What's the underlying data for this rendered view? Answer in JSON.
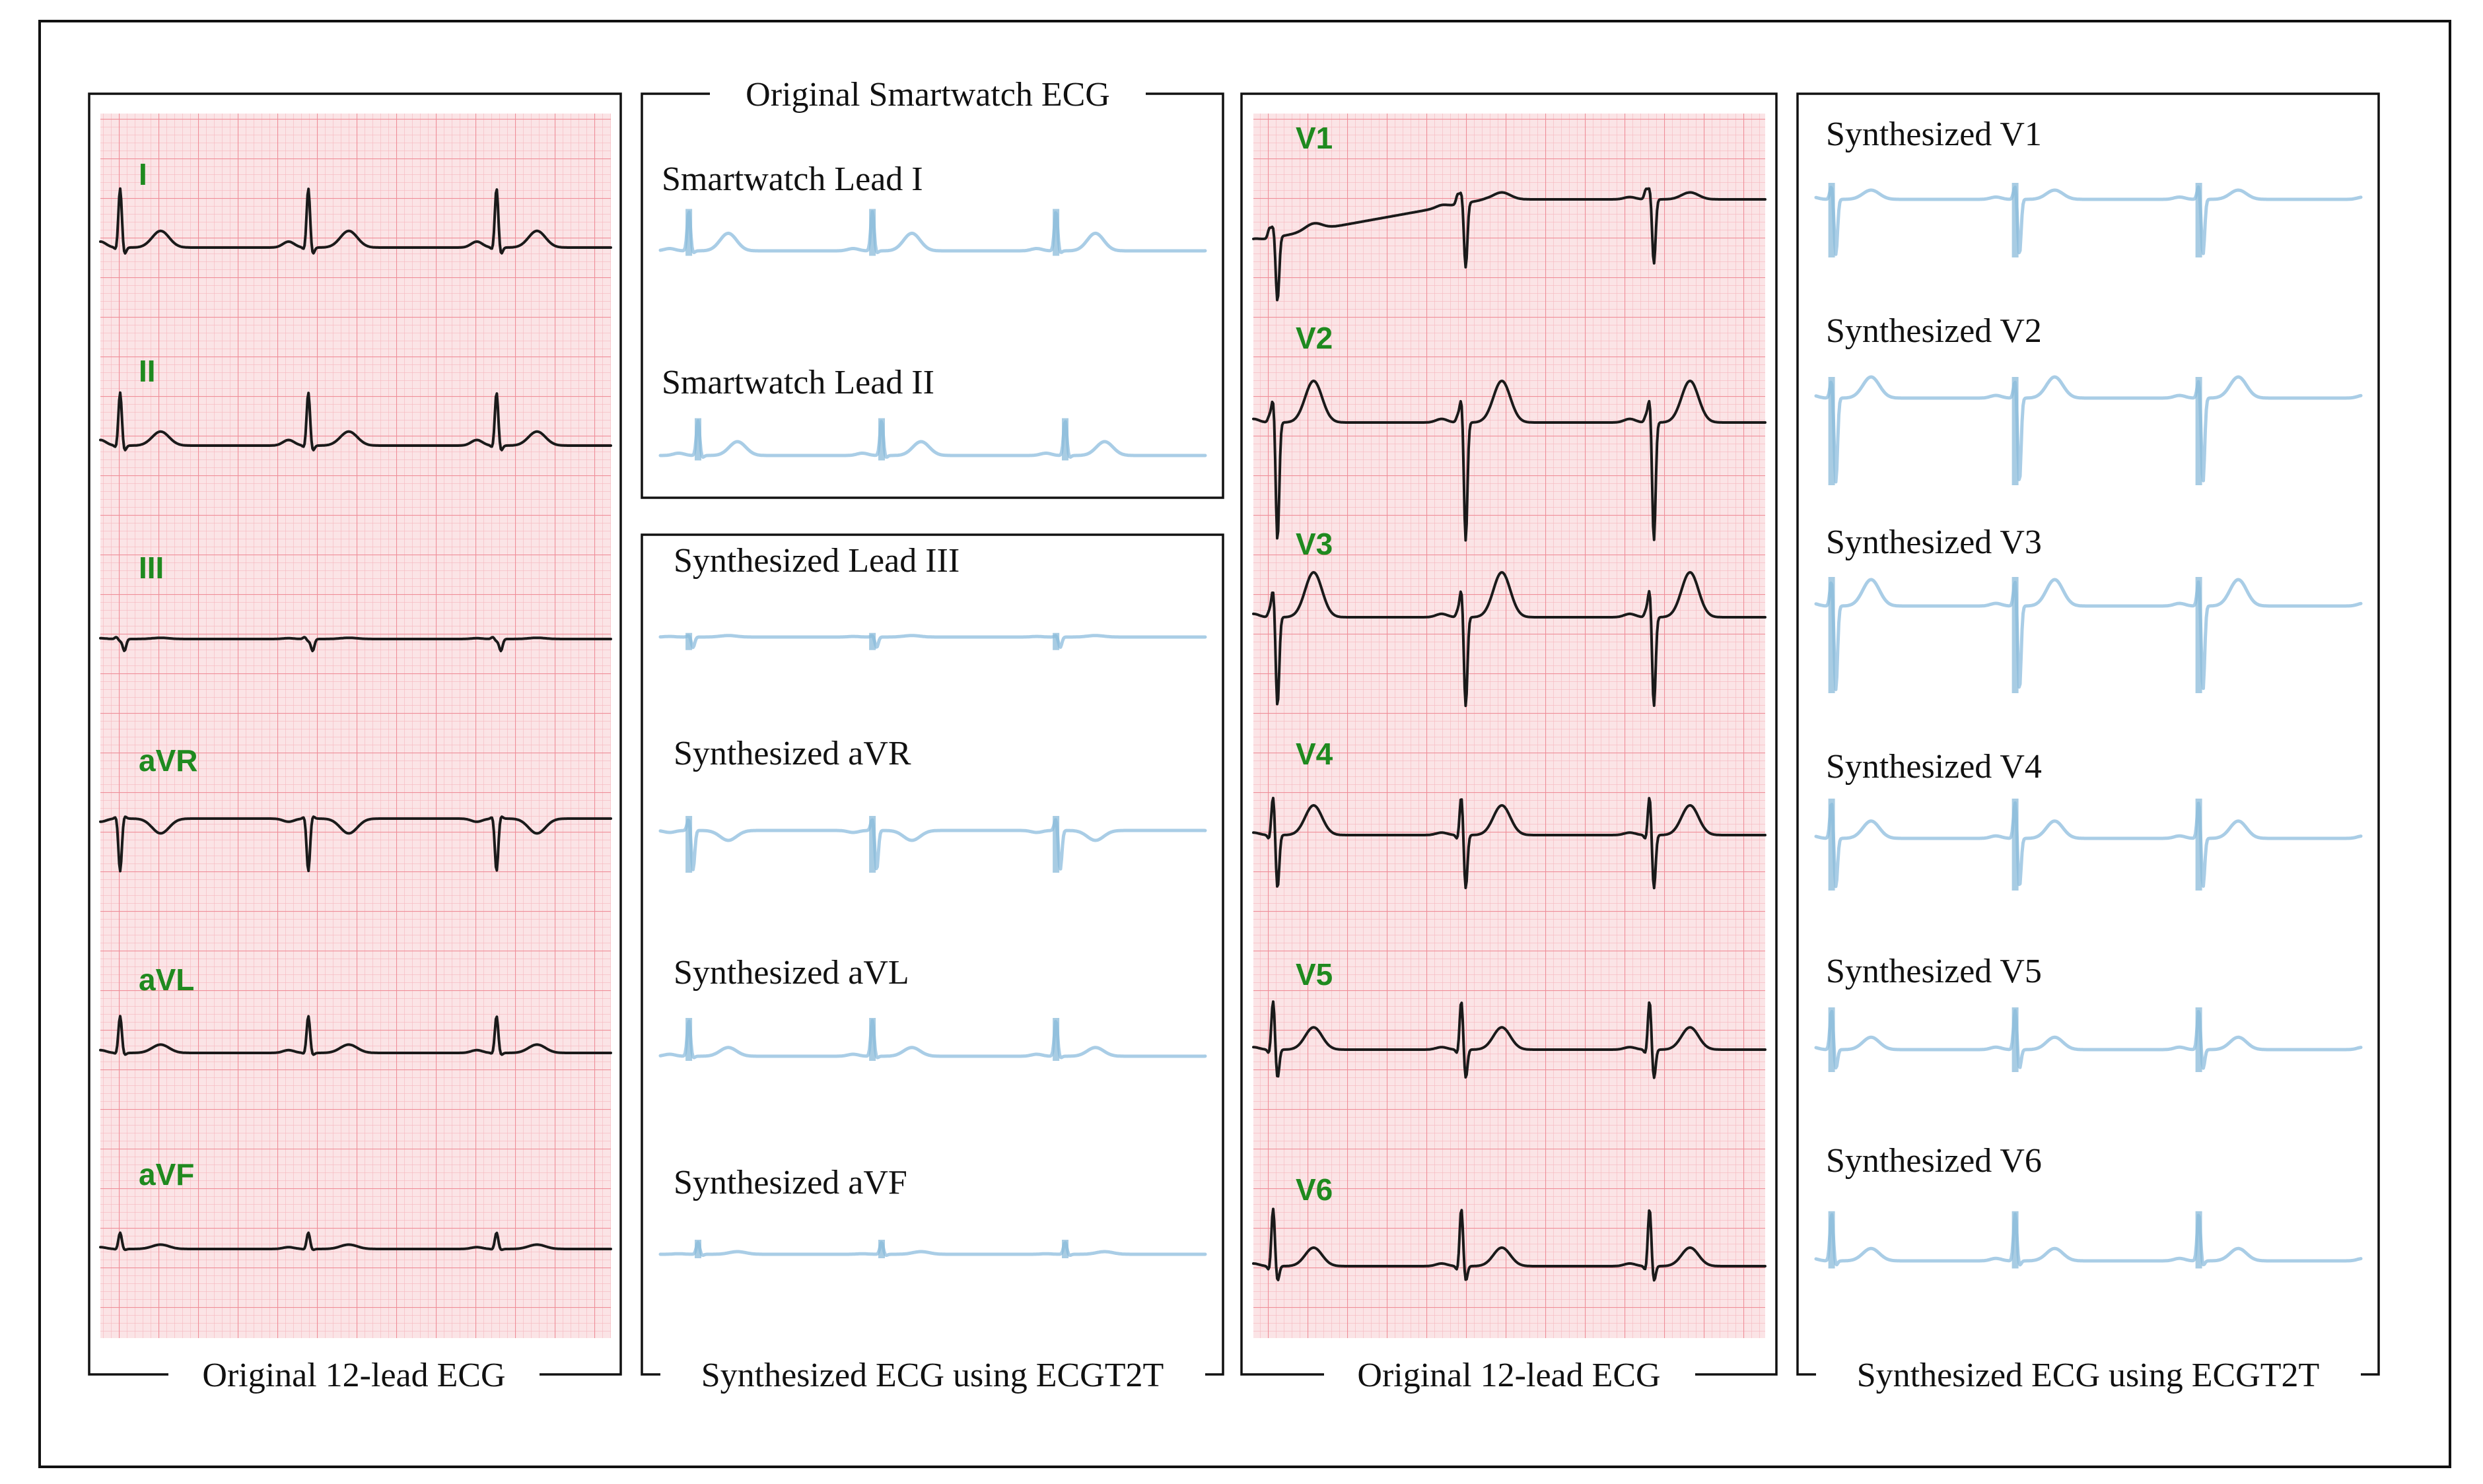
{
  "panels": {
    "original_limb": {
      "title": "Original 12-lead ECG",
      "leads": [
        "I",
        "II",
        "III",
        "aVR",
        "aVL",
        "aVF"
      ]
    },
    "smartwatch": {
      "title": "Original Smartwatch ECG",
      "leads": [
        "Smartwatch Lead I",
        "Smartwatch Lead II"
      ]
    },
    "synth_limb": {
      "title": "Synthesized ECG using ECGT2T",
      "leads": [
        "Synthesized Lead III",
        "Synthesized aVR",
        "Synthesized aVL",
        "Synthesized aVF"
      ]
    },
    "original_chest": {
      "title": "Original 12-lead ECG",
      "leads": [
        "V1",
        "V2",
        "V3",
        "V4",
        "V5",
        "V6"
      ]
    },
    "synth_chest": {
      "title": "Synthesized ECG using ECGT2T",
      "leads": [
        "Synthesized V1",
        "Synthesized V2",
        "Synthesized V3",
        "Synthesized V4",
        "Synthesized V5",
        "Synthesized V6"
      ]
    }
  },
  "colors": {
    "grid_background": "#fbe4e6",
    "grid_minor": "#f6b7be",
    "grid_major": "#ef8e99",
    "lead_label_green": "#1f8a1f",
    "trace_dark": "#1a1a1a",
    "trace_synth": "#a9cde6"
  }
}
